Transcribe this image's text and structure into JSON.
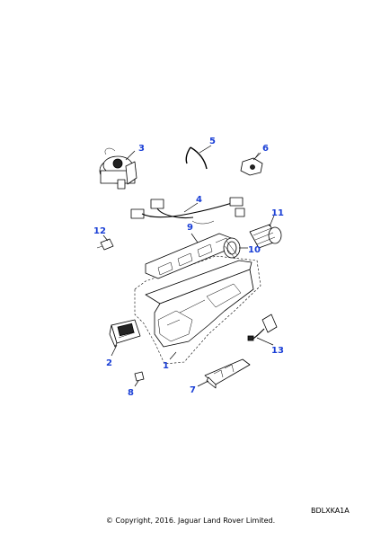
{
  "callouts": {
    "c1": "1",
    "c2": "2",
    "c3": "3",
    "c4": "4",
    "c5": "5",
    "c6": "6",
    "c7": "7",
    "c8": "8",
    "c9": "9",
    "c10": "10",
    "c11": "11",
    "c12": "12",
    "c13": "13"
  },
  "colors": {
    "callout": "#1a3fd6",
    "line": "#000000"
  },
  "footer": {
    "reference": "BDLXKA1A",
    "copyright": "© Copyright, 2016. Jaguar Land Rover Limited."
  }
}
